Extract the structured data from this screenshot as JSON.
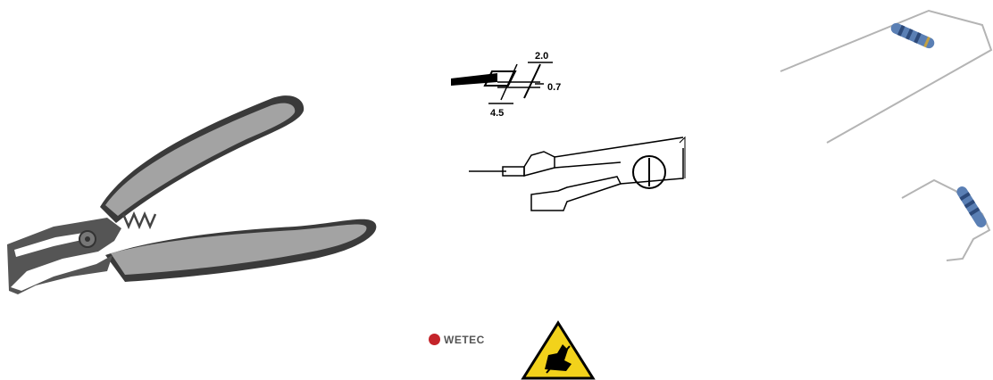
{
  "drawing": {
    "dim_top": "2.0",
    "dim_right": "0.7",
    "dim_bottom": "4.5"
  },
  "logo": {
    "brand": "WETEC"
  },
  "colors": {
    "handle_grey": "#a3a3a3",
    "handle_dark": "#3a3a3a",
    "steel": "#555555",
    "resistor_blue": "#5a7fb4",
    "esd_yellow": "#f2d21b",
    "brand_red": "#c4242a"
  },
  "icons": {
    "pliers": "pliers-icon",
    "esd_warning": "esd-warning-icon"
  }
}
